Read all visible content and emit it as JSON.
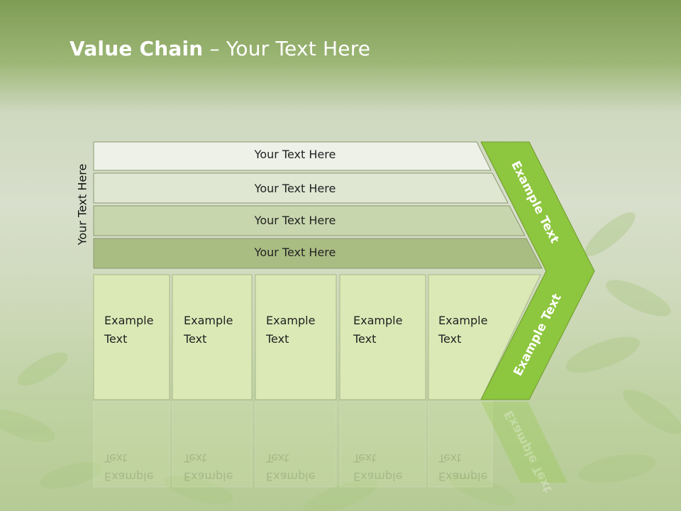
{
  "slide": {
    "title_bold": "Value Chain",
    "title_rest": " – Your Text Here",
    "side_label": "Your Text Here"
  },
  "bars": [
    {
      "label": "Your Text Here"
    },
    {
      "label": "Your Text Here"
    },
    {
      "label": "Your Text Here"
    },
    {
      "label": "Your Text Here"
    }
  ],
  "columns": [
    {
      "line1": "Example",
      "line2": "Text"
    },
    {
      "line1": "Example",
      "line2": "Text"
    },
    {
      "line1": "Example",
      "line2": "Text"
    },
    {
      "line1": "Example",
      "line2": "Text"
    },
    {
      "line1": "Example",
      "line2": "Text"
    }
  ],
  "arrow": {
    "upper_label": "Example Text",
    "lower_label": "Example Text"
  },
  "colors": {
    "arrow_green": "#8dc63f",
    "bar_lightest": "#eef1e8",
    "bar_dark": "#a9bd83",
    "column_fill": "#dbe9b6"
  }
}
